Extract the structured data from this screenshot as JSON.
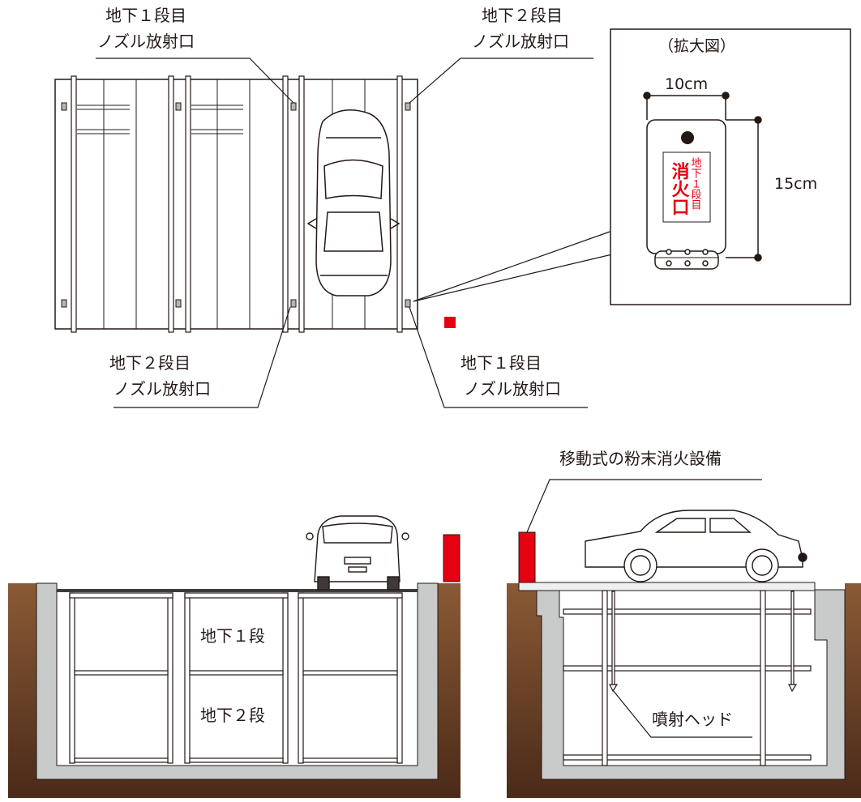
{
  "colors": {
    "accent_red": "#e50012",
    "soil_brown": "#7a4a2a",
    "concrete_gray": "#c9caca",
    "line": "#231815"
  },
  "top_view": {
    "labels": [
      {
        "line1": "地下１段目",
        "line2": "ノズル放射口"
      },
      {
        "line1": "地下２段目",
        "line2": "ノズル放射口"
      },
      {
        "line1": "地下２段目",
        "line2": "ノズル放射口"
      },
      {
        "line1": "地下１段目",
        "line2": "ノズル放射口"
      }
    ]
  },
  "detail": {
    "title": "（拡大図）",
    "width_label": "10cm",
    "height_label": "15cm",
    "plate_small": "地下１段目",
    "plate_big": "消火口"
  },
  "section_left": {
    "level1": "地下１段",
    "level2": "地下２段"
  },
  "section_right": {
    "equipment_label": "移動式の粉末消火設備",
    "nozzle_label": "噴射ヘッド"
  }
}
